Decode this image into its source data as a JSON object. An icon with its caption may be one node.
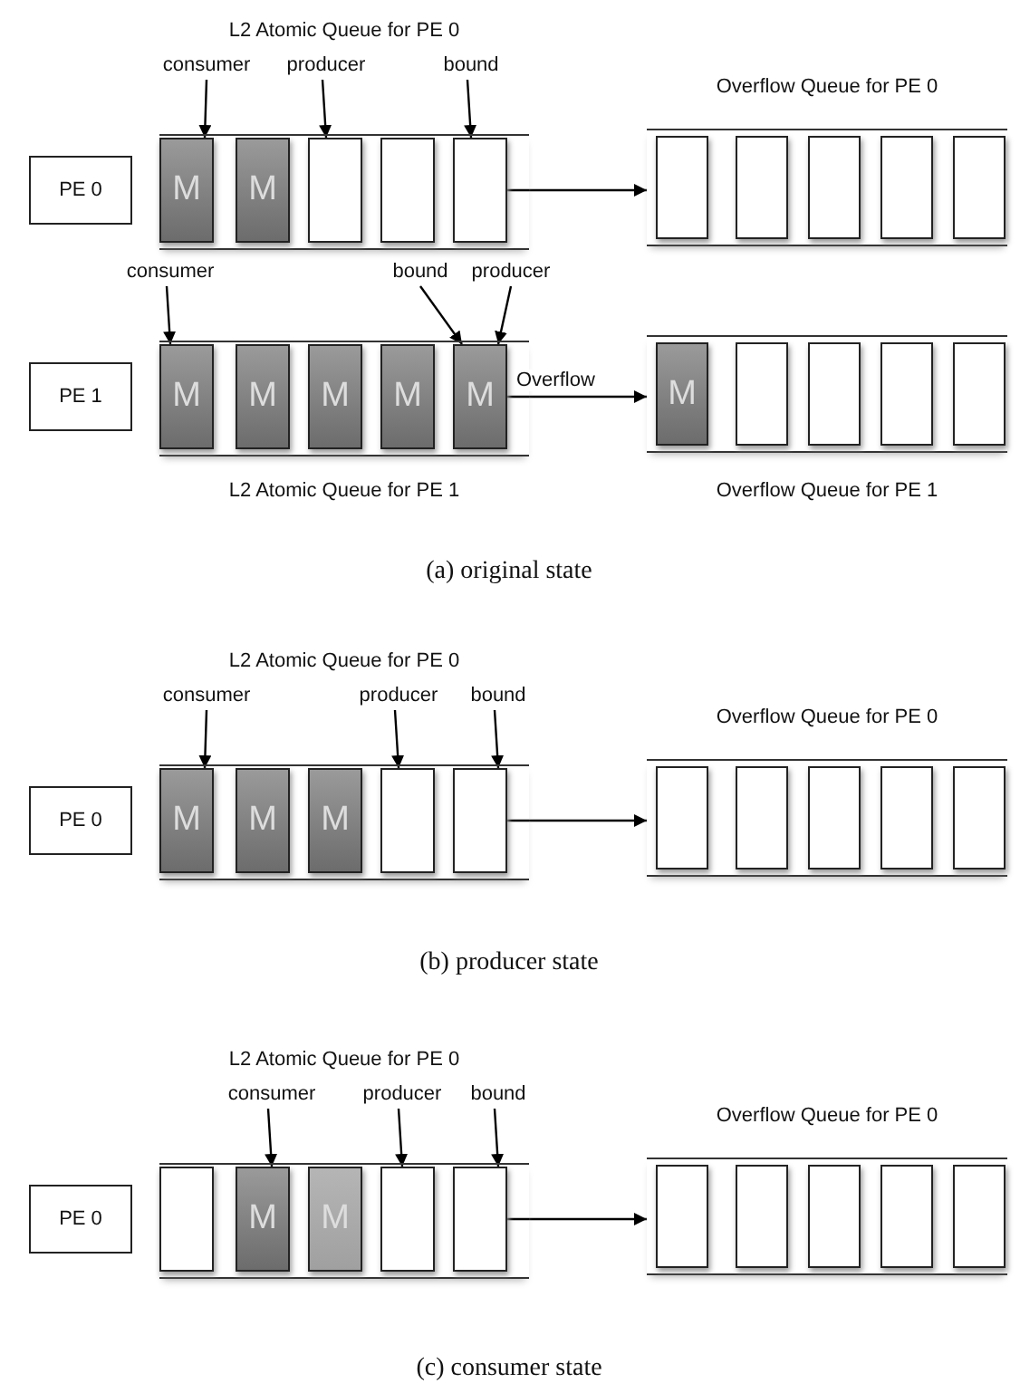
{
  "diagram": {
    "nodes": [
      {
        "text": [
          "PE 0"
        ]
      },
      {
        "text": [
          "L2 Atomic Queue for PE 0"
        ]
      },
      {
        "text": [
          "M"
        ],
        "in": 1
      },
      {
        "text": [
          "M"
        ],
        "in": 1
      },
      {
        "text": [],
        "shape": "box",
        "in": 1
      },
      {
        "text": [],
        "shape": "box",
        "in": 1
      },
      {
        "text": [],
        "shape": "box",
        "in": 1
      },
      {
        "text": [
          "Overflow Queue for PE 0"
        ]
      },
      {
        "text": [],
        "shape": "box",
        "in": 7
      },
      {
        "text": [],
        "shape": "box",
        "in": 7
      },
      {
        "text": [],
        "shape": "box",
        "in": 7
      },
      {
        "text": [],
        "shape": "box",
        "in": 7
      },
      {
        "text": [],
        "shape": "box",
        "in": 7
      },
      {
        "text": [
          "consumer"
        ]
      },
      {
        "text": [
          "producer"
        ]
      },
      {
        "text": [
          "bound"
        ]
      },
      {
        "text": [
          "PE 1"
        ]
      },
      {
        "text": [
          "L2 Atomic Queue for PE 1"
        ]
      },
      {
        "text": [
          "M"
        ],
        "in": 17
      },
      {
        "text": [
          "M"
        ],
        "in": 17
      },
      {
        "text": [
          "M"
        ],
        "in": 17
      },
      {
        "text": [
          "M"
        ],
        "in": 17
      },
      {
        "text": [
          "M"
        ],
        "in": 17
      },
      {
        "text": [
          "Overflow Queue for PE 1"
        ]
      },
      {
        "text": [
          "M"
        ],
        "in": 23
      },
      {
        "text": [],
        "shape": "box",
        "in": 23
      },
      {
        "text": [],
        "shape": "box",
        "in": 23
      },
      {
        "text": [],
        "shape": "box",
        "in": 23
      },
      {
        "text": [],
        "shape": "box",
        "in": 23
      },
      {
        "text": [
          "consumer"
        ]
      },
      {
        "text": [
          "bound"
        ]
      },
      {
        "text": [
          "producer"
        ]
      },
      {
        "text": [
          "PE 0"
        ]
      },
      {
        "text": [
          "L2 Atomic Queue for PE 0"
        ]
      },
      {
        "text": [
          "M"
        ],
        "in": 33
      },
      {
        "text": [
          "M"
        ],
        "in": 33
      },
      {
        "text": [
          "M"
        ],
        "in": 33
      },
      {
        "text": [],
        "shape": "box",
        "in": 33
      },
      {
        "text": [],
        "shape": "box",
        "in": 33
      },
      {
        "text": [
          "Overflow Queue for PE 0"
        ]
      },
      {
        "text": [],
        "shape": "box",
        "in": 39
      },
      {
        "text": [],
        "shape": "box",
        "in": 39
      },
      {
        "text": [],
        "shape": "box",
        "in": 39
      },
      {
        "text": [],
        "shape": "box",
        "in": 39
      },
      {
        "text": [],
        "shape": "box",
        "in": 39
      },
      {
        "text": [
          "consumer"
        ]
      },
      {
        "text": [
          "producer"
        ]
      },
      {
        "text": [
          "bound"
        ]
      },
      {
        "text": [
          "PE 0"
        ]
      },
      {
        "text": [
          "L2 Atomic Queue for PE 0"
        ]
      },
      {
        "text": [],
        "shape": "box",
        "in": 49
      },
      {
        "text": [
          "M"
        ],
        "in": 49
      },
      {
        "text": [
          "M"
        ],
        "in": 49
      },
      {
        "text": [],
        "shape": "box",
        "in": 49
      },
      {
        "text": [],
        "shape": "box",
        "in": 49
      },
      {
        "text": [
          "Overflow Queue for PE 0"
        ]
      },
      {
        "text": [],
        "shape": "box",
        "in": 55
      },
      {
        "text": [],
        "shape": "box",
        "in": 55
      },
      {
        "text": [],
        "shape": "box",
        "in": 55
      },
      {
        "text": [],
        "shape": "box",
        "in": 55
      },
      {
        "text": [],
        "shape": "box",
        "in": 55
      },
      {
        "text": [
          "consumer"
        ]
      },
      {
        "text": [
          "producer"
        ]
      },
      {
        "text": [
          "bound"
        ]
      }
    ],
    "edges": [
      {
        "from": 13,
        "to": 2,
        "arrow": "to"
      },
      {
        "from": 14,
        "to": 4,
        "arrow": "to"
      },
      {
        "from": 15,
        "to": 6,
        "arrow": "to"
      },
      {
        "from": 6,
        "to": 7,
        "arrow": "to"
      },
      {
        "from": 29,
        "to": 18,
        "arrow": "to"
      },
      {
        "from": 30,
        "to": 22,
        "arrow": "to"
      },
      {
        "from": 31,
        "to": 22,
        "arrow": "to"
      },
      {
        "from": 22,
        "to": 23,
        "arrow": "to",
        "label": "Overflow"
      },
      {
        "from": 45,
        "to": 34,
        "arrow": "to"
      },
      {
        "from": 46,
        "to": 37,
        "arrow": "to"
      },
      {
        "from": 47,
        "to": 38,
        "arrow": "to"
      },
      {
        "from": 38,
        "to": 39,
        "arrow": "to"
      },
      {
        "from": 61,
        "to": 51,
        "arrow": "to"
      },
      {
        "from": 62,
        "to": 53,
        "arrow": "to"
      },
      {
        "from": 63,
        "to": 54,
        "arrow": "to"
      },
      {
        "from": 54,
        "to": 55,
        "arrow": "to"
      }
    ],
    "labels": [
      "(a) original state",
      "(b) producer state",
      "(c) consumer state"
    ]
  }
}
